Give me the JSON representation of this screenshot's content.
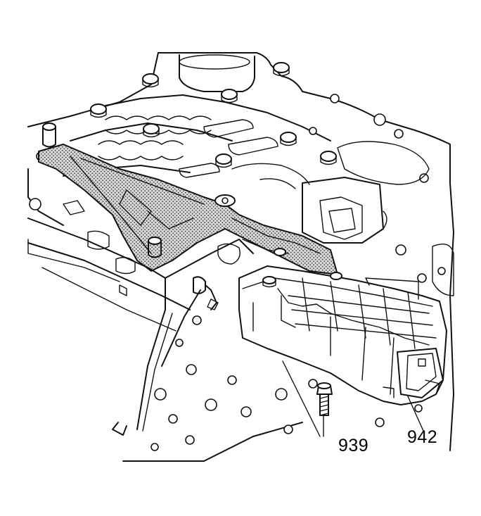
{
  "diagram": {
    "callouts": [
      {
        "id": "bolt",
        "label": "939"
      },
      {
        "id": "solenoid-body",
        "label": "942"
      }
    ],
    "colors": {
      "ink": "#111111",
      "background": "#ffffff",
      "stipple": "#9a9a9a"
    }
  }
}
